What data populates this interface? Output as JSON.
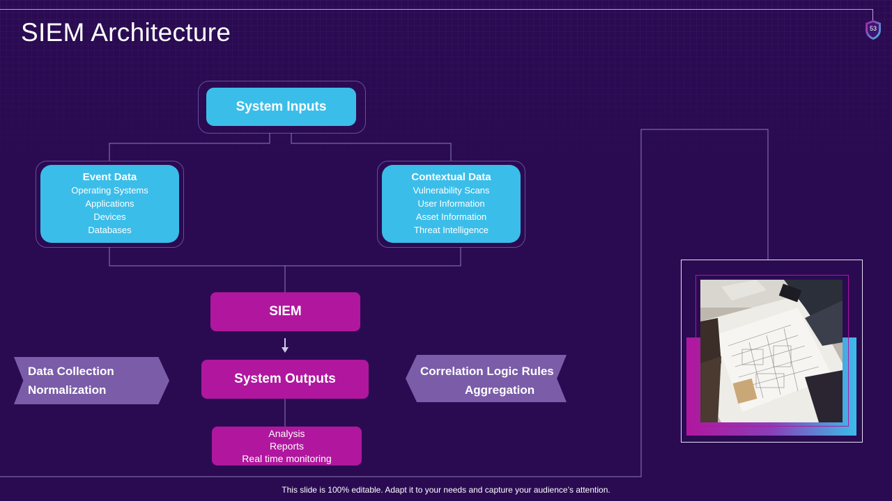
{
  "slide": {
    "title": "SIEM Architecture",
    "page_number": "53",
    "footer": "This slide is 100% editable. Adapt it to your needs and capture your audience’s attention."
  },
  "diagram": {
    "system_inputs": "System Inputs",
    "event_data": {
      "title": "Event Data",
      "items": [
        "Operating Systems",
        "Applications",
        "Devices",
        "Databases"
      ]
    },
    "contextual_data": {
      "title": "Contextual Data",
      "items": [
        "Vulnerability Scans",
        "User Information",
        "Asset Information",
        "Threat Intelligence"
      ]
    },
    "siem": "SIEM",
    "system_outputs": "System Outputs",
    "outputs": {
      "items": [
        "Analysis",
        "Reports",
        "Real time monitoring"
      ]
    },
    "left_arrow": {
      "lines": [
        "Data Collection",
        "Normalization"
      ]
    },
    "right_arrow": {
      "lines": [
        "Correlation Logic Rules",
        "Aggregation"
      ]
    }
  },
  "colors": {
    "background": "#2a0b52",
    "cyan": "#3bbde9",
    "magenta": "#b0179e",
    "arrow": "#7a5ca8"
  },
  "icons": {
    "page_badge": "shield-badge-icon",
    "down_arrow": "arrow-down-icon",
    "photo": "team-reviewing-blueprints-photo"
  }
}
